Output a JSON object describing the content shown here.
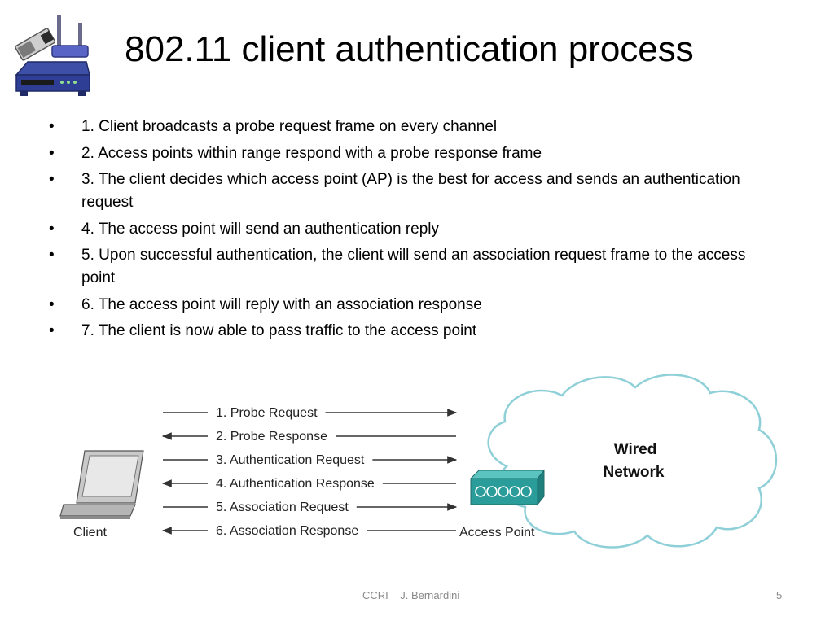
{
  "slide": {
    "title": "802.11 client authentication process",
    "bullet_char": "•",
    "bullets": [
      "1. Client broadcasts a probe request frame on every channel",
      "2. Access points within range respond with a probe response frame",
      "3. The client decides which access point (AP) is the best for access and sends an authentication request",
      "4. The access point will send an authentication reply",
      "5. Upon successful authentication, the client will send an association request frame to the access point",
      "6. The access point will reply with an association response",
      "7. The client is now able to pass traffic to the access point"
    ]
  },
  "diagram": {
    "messages": [
      {
        "label": "1. Probe Request",
        "direction": "to-ap"
      },
      {
        "label": "2. Probe Response",
        "direction": "to-client"
      },
      {
        "label": "3. Authentication Request",
        "direction": "to-ap"
      },
      {
        "label": "4. Authentication Response",
        "direction": "to-client"
      },
      {
        "label": "5. Association Request",
        "direction": "to-ap"
      },
      {
        "label": "6. Association Response",
        "direction": "to-client"
      }
    ],
    "client_label": "Client",
    "ap_label": "Access Point",
    "cloud_line1": "Wired",
    "cloud_line2": "Network",
    "colors": {
      "cloud_fill": "#ffffff",
      "cloud_stroke": "#8fd0d8",
      "ap_body": "#2a9d9a",
      "laptop": "#c9c9c9"
    }
  },
  "footer": {
    "center_text": "CCRI    J. Bernardini",
    "slide_number": "5"
  }
}
